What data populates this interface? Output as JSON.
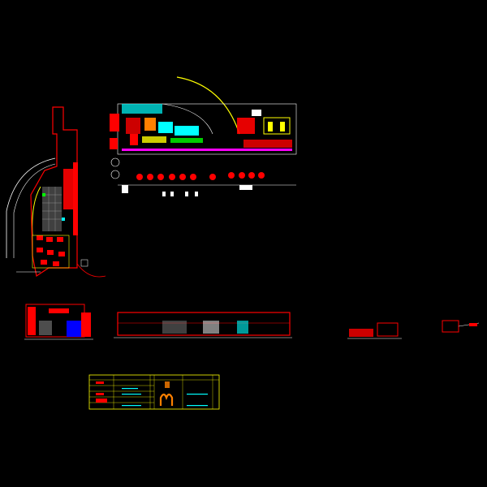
{
  "title": "",
  "palette": {
    "background": "#000000",
    "wall_red": "#ff0000",
    "outline_white": "#ffffff",
    "arc_yellow": "#ffff00",
    "fill_cyan": "#00ffff",
    "fill_green": "#00ff00",
    "fill_magenta": "#ff00ff",
    "fill_orange": "#ff8000",
    "fill_blue": "#0000ff",
    "fill_gray": "#808080"
  },
  "views": [
    "floor-plan-left",
    "floor-plan-main",
    "elevation-left",
    "elevation-long",
    "detail-small-1",
    "detail-small-2",
    "material-legend-table"
  ],
  "legend_table": {
    "rows": 6,
    "columns": 6,
    "logo": "golden-arches-icon"
  }
}
